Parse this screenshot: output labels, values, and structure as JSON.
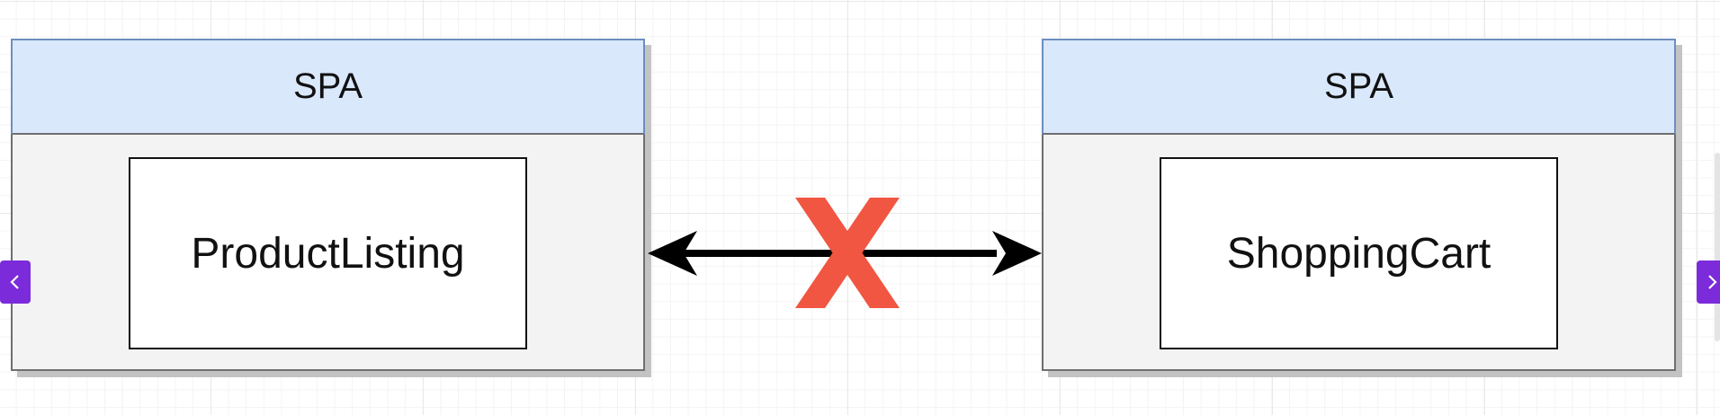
{
  "diagram": {
    "left_container": {
      "header_label": "SPA",
      "component_label": "ProductListing"
    },
    "right_container": {
      "header_label": "SPA",
      "component_label": "ShoppingCart"
    },
    "connector": {
      "type": "bidirectional-arrow",
      "marker": "blocked",
      "marker_icon": "x-mark-icon",
      "marker_color": "#f05641"
    }
  },
  "navigation": {
    "prev_icon": "chevron-left-icon",
    "next_icon": "chevron-right-icon",
    "button_color": "#7b2bd9"
  },
  "colors": {
    "header_fill": "#dae8fc",
    "header_stroke": "#6c8ebf",
    "container_fill": "#f3f3f3",
    "component_fill": "#ffffff"
  }
}
